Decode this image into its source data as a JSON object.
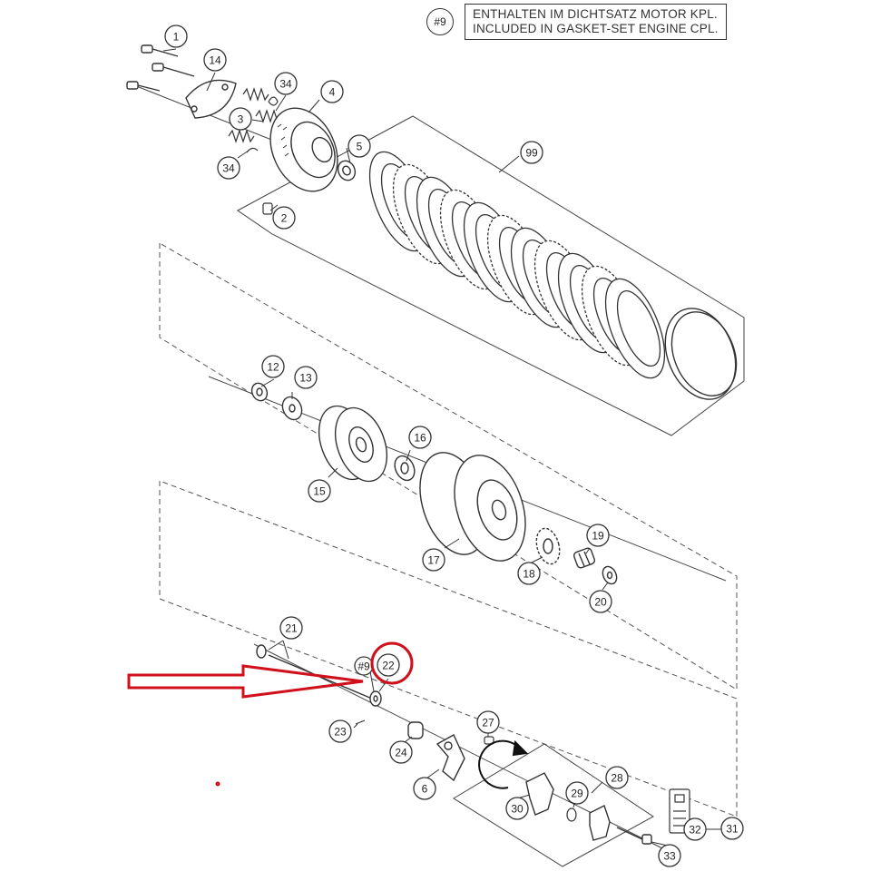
{
  "legend": {
    "key": "#9",
    "line1": "ENTHALTEN IM DICHTSATZ MOTOR KPL.",
    "line2": "INCLUDED IN GASKET-SET ENGINE CPL."
  },
  "callouts": [
    {
      "id": "c1",
      "label": "1"
    },
    {
      "id": "c14",
      "label": "14"
    },
    {
      "id": "c34a",
      "label": "34"
    },
    {
      "id": "c4",
      "label": "4"
    },
    {
      "id": "c3",
      "label": "3"
    },
    {
      "id": "c5",
      "label": "5"
    },
    {
      "id": "c34b",
      "label": "34"
    },
    {
      "id": "c2",
      "label": "2"
    },
    {
      "id": "c99",
      "label": "99"
    },
    {
      "id": "c12",
      "label": "12"
    },
    {
      "id": "c13",
      "label": "13"
    },
    {
      "id": "c16",
      "label": "16"
    },
    {
      "id": "c15",
      "label": "15"
    },
    {
      "id": "c19",
      "label": "19"
    },
    {
      "id": "c17",
      "label": "17"
    },
    {
      "id": "c18",
      "label": "18"
    },
    {
      "id": "c20",
      "label": "20"
    },
    {
      "id": "c21",
      "label": "21"
    },
    {
      "id": "c9",
      "label": "#9"
    },
    {
      "id": "c22",
      "label": "22"
    },
    {
      "id": "c27",
      "label": "27"
    },
    {
      "id": "c23",
      "label": "23"
    },
    {
      "id": "c24",
      "label": "24"
    },
    {
      "id": "c28",
      "label": "28"
    },
    {
      "id": "c6",
      "label": "6"
    },
    {
      "id": "c29",
      "label": "29"
    },
    {
      "id": "c30",
      "label": "30"
    },
    {
      "id": "c32",
      "label": "32"
    },
    {
      "id": "c31",
      "label": "31"
    },
    {
      "id": "c33",
      "label": "33"
    }
  ],
  "colors": {
    "line": "#333333",
    "dash": "#555555",
    "highlight": "#d0101a"
  }
}
